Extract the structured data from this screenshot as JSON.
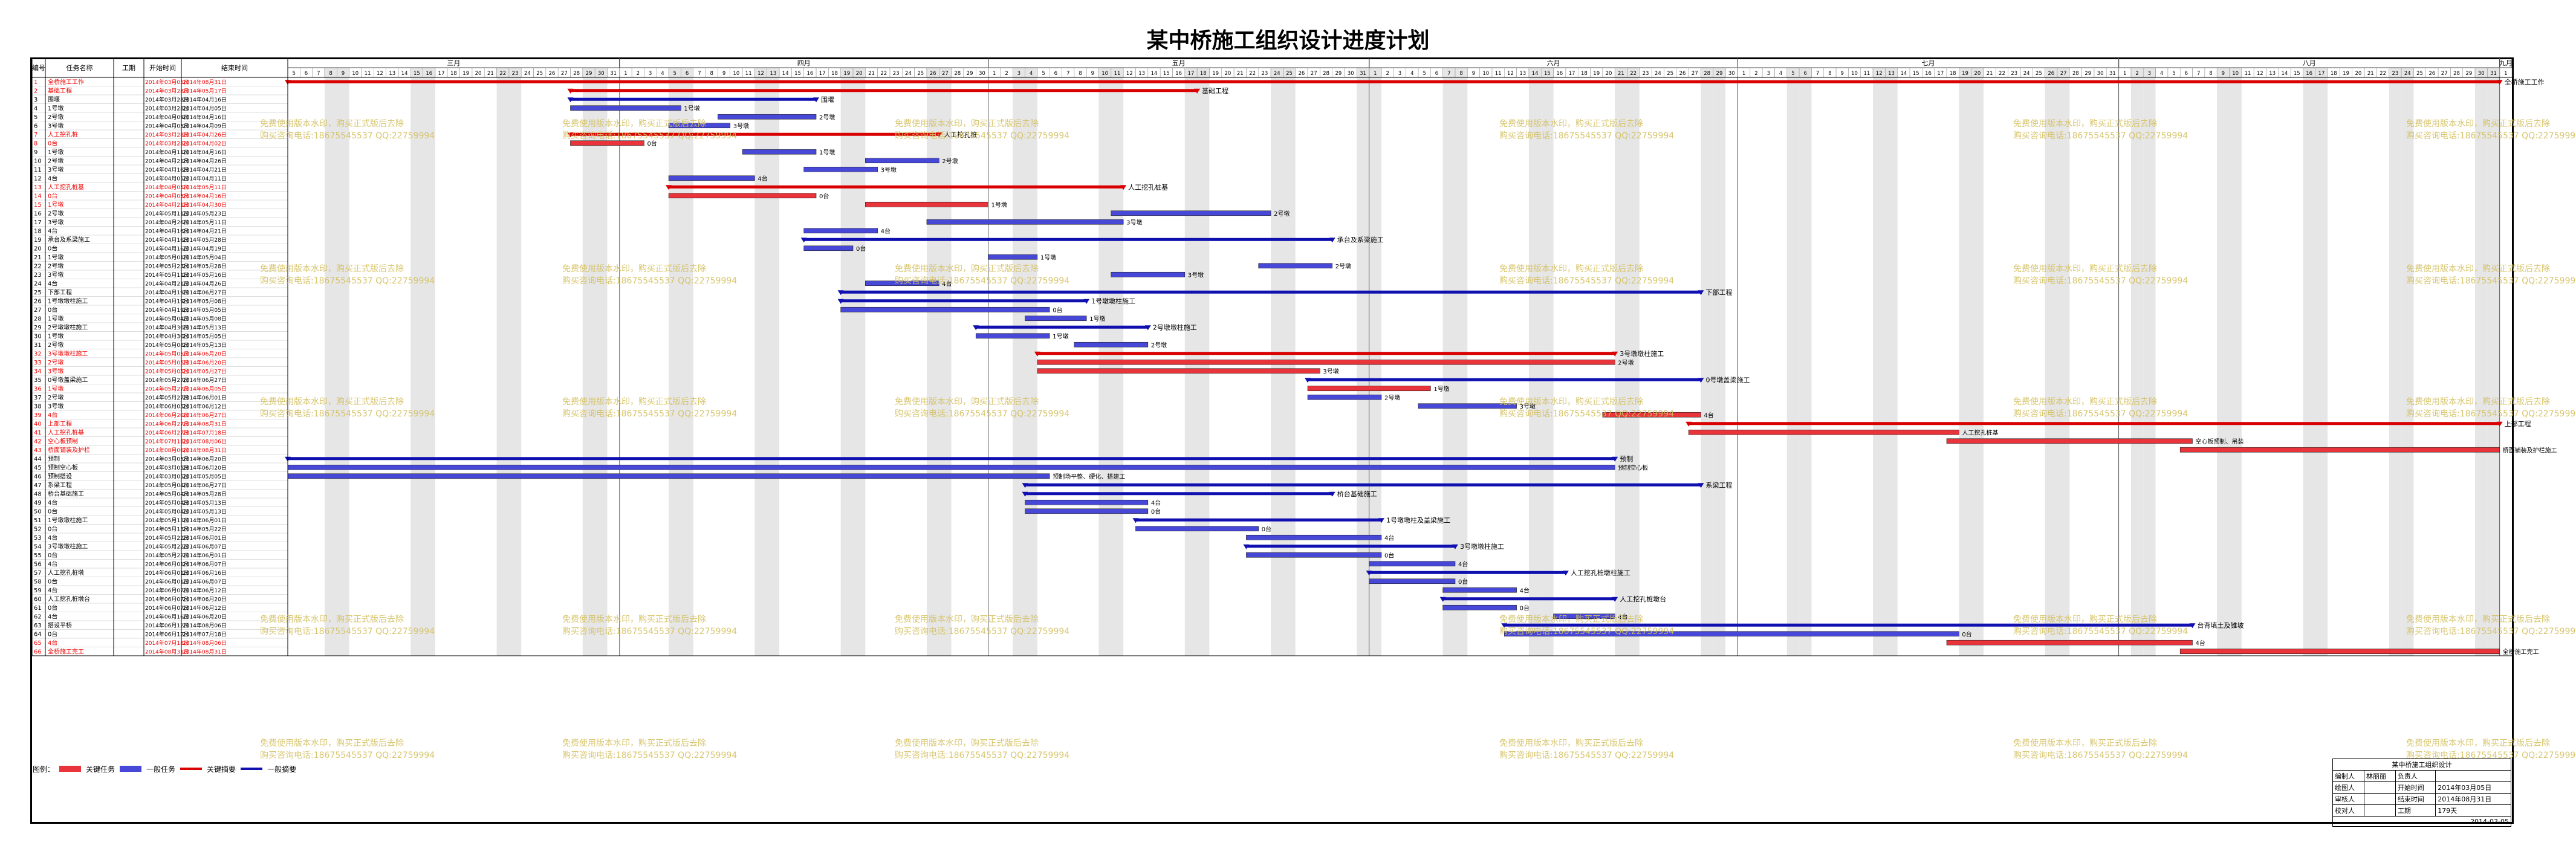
{
  "title": "某中桥施工组织设计进度计划",
  "table_headers": {
    "id": "编号",
    "name": "任务名称",
    "dur": "工期",
    "start": "开始时间",
    "end": "结束时间"
  },
  "months": [
    {
      "label": "三月",
      "start": "2014-03-05",
      "end": "2014-03-31"
    },
    {
      "label": "四月",
      "start": "2014-04-01",
      "end": "2014-04-30"
    },
    {
      "label": "五月",
      "start": "2014-05-01",
      "end": "2014-05-31"
    },
    {
      "label": "六月",
      "start": "2014-06-01",
      "end": "2014-06-30"
    },
    {
      "label": "七月",
      "start": "2014-07-01",
      "end": "2014-07-31"
    },
    {
      "label": "八月",
      "start": "2014-08-01",
      "end": "2014-08-31"
    },
    {
      "label": "九月",
      "start": "2014-09-01",
      "end": "2014-09-01"
    }
  ],
  "colors": {
    "critical": "#e8343a",
    "normal": "#4848d8",
    "summary_critical": "#d80000",
    "summary": "#1010b0",
    "band": "#e6e6e6"
  },
  "chart_data": {
    "type": "gantt",
    "x_range": [
      "2014-03-05",
      "2014-09-01"
    ],
    "tasks": [
      {
        "id": "1",
        "name": "全桥施工工作",
        "dur": "",
        "start": "2014年03月05日",
        "end": "2014年08月31日",
        "s": "2014-03-05",
        "e": "2014-08-31",
        "kind": "summary_critical",
        "label": "全桥施工工作"
      },
      {
        "id": "2",
        "name": "基础工程",
        "dur": "",
        "start": "2014年03月28日",
        "end": "2014年05月17日",
        "s": "2014-03-28",
        "e": "2014-05-17",
        "kind": "summary_critical",
        "label": "基础工程"
      },
      {
        "id": "3",
        "name": "围堰",
        "dur": "",
        "start": "2014年03月28日",
        "end": "2014年04月16日",
        "s": "2014-03-28",
        "e": "2014-04-16",
        "kind": "summary",
        "label": "围堰"
      },
      {
        "id": "4",
        "name": "1号墩",
        "dur": "",
        "start": "2014年03月28日",
        "end": "2014年04月05日",
        "s": "2014-03-28",
        "e": "2014-04-05",
        "kind": "normal",
        "label": "1号墩"
      },
      {
        "id": "5",
        "name": "2号墩",
        "dur": "",
        "start": "2014年04月09日",
        "end": "2014年04月16日",
        "s": "2014-04-09",
        "e": "2014-04-16",
        "kind": "normal",
        "label": "2号墩"
      },
      {
        "id": "6",
        "name": "3号墩",
        "dur": "",
        "start": "2014年04月05日",
        "end": "2014年04月09日",
        "s": "2014-04-05",
        "e": "2014-04-09",
        "kind": "normal",
        "label": "3号墩"
      },
      {
        "id": "7",
        "name": "人工挖孔桩",
        "dur": "",
        "start": "2014年03月28日",
        "end": "2014年04月26日",
        "s": "2014-03-28",
        "e": "2014-04-26",
        "kind": "summary_critical",
        "label": "人工挖孔桩"
      },
      {
        "id": "8",
        "name": "0台",
        "dur": "",
        "start": "2014年03月28日",
        "end": "2014年04月02日",
        "s": "2014-03-28",
        "e": "2014-04-02",
        "kind": "critical",
        "label": "0台"
      },
      {
        "id": "9",
        "name": "1号墩",
        "dur": "",
        "start": "2014年04月11日",
        "end": "2014年04月16日",
        "s": "2014-04-11",
        "e": "2014-04-16",
        "kind": "normal",
        "label": "1号墩"
      },
      {
        "id": "10",
        "name": "2号墩",
        "dur": "",
        "start": "2014年04月21日",
        "end": "2014年04月26日",
        "s": "2014-04-21",
        "e": "2014-04-26",
        "kind": "normal",
        "label": "2号墩"
      },
      {
        "id": "11",
        "name": "3号墩",
        "dur": "",
        "start": "2014年04月16日",
        "end": "2014年04月21日",
        "s": "2014-04-16",
        "e": "2014-04-21",
        "kind": "normal",
        "label": "3号墩"
      },
      {
        "id": "12",
        "name": "4台",
        "dur": "",
        "start": "2014年04月05日",
        "end": "2014年04月11日",
        "s": "2014-04-05",
        "e": "2014-04-11",
        "kind": "normal",
        "label": "4台"
      },
      {
        "id": "13",
        "name": "人工挖孔桩基",
        "dur": "",
        "start": "2014年04月05日",
        "end": "2014年05月11日",
        "s": "2014-04-05",
        "e": "2014-05-11",
        "kind": "summary_critical",
        "label": "人工挖孔桩基"
      },
      {
        "id": "14",
        "name": "0台",
        "dur": "",
        "start": "2014年04月05日",
        "end": "2014年04月16日",
        "s": "2014-04-05",
        "e": "2014-04-16",
        "kind": "critical",
        "label": "0台"
      },
      {
        "id": "15",
        "name": "1号墩",
        "dur": "",
        "start": "2014年04月21日",
        "end": "2014年04月30日",
        "s": "2014-04-21",
        "e": "2014-04-30",
        "kind": "critical",
        "label": "1号墩"
      },
      {
        "id": "16",
        "name": "2号墩",
        "dur": "",
        "start": "2014年05月11日",
        "end": "2014年05月23日",
        "s": "2014-05-11",
        "e": "2014-05-23",
        "kind": "normal",
        "label": "2号墩"
      },
      {
        "id": "17",
        "name": "3号墩",
        "dur": "",
        "start": "2014年04月26日",
        "end": "2014年05月11日",
        "s": "2014-04-26",
        "e": "2014-05-11",
        "kind": "normal",
        "label": "3号墩"
      },
      {
        "id": "18",
        "name": "4台",
        "dur": "",
        "start": "2014年04月16日",
        "end": "2014年04月21日",
        "s": "2014-04-16",
        "e": "2014-04-21",
        "kind": "normal",
        "label": "4台"
      },
      {
        "id": "19",
        "name": "承台及系梁施工",
        "dur": "",
        "start": "2014年04月16日",
        "end": "2014年05月28日",
        "s": "2014-04-16",
        "e": "2014-05-28",
        "kind": "summary",
        "label": "承台及系梁施工"
      },
      {
        "id": "20",
        "name": "0台",
        "dur": "",
        "start": "2014年04月16日",
        "end": "2014年04月19日",
        "s": "2014-04-16",
        "e": "2014-04-19",
        "kind": "normal",
        "label": "0台"
      },
      {
        "id": "21",
        "name": "1号墩",
        "dur": "",
        "start": "2014年05月01日",
        "end": "2014年05月04日",
        "s": "2014-05-01",
        "e": "2014-05-04",
        "kind": "normal",
        "label": "1号墩"
      },
      {
        "id": "22",
        "name": "2号墩",
        "dur": "",
        "start": "2014年05月23日",
        "end": "2014年05月28日",
        "s": "2014-05-23",
        "e": "2014-05-28",
        "kind": "normal",
        "label": "2号墩"
      },
      {
        "id": "23",
        "name": "3号墩",
        "dur": "",
        "start": "2014年05月11日",
        "end": "2014年05月16日",
        "s": "2014-05-11",
        "e": "2014-05-16",
        "kind": "normal",
        "label": "3号墩"
      },
      {
        "id": "24",
        "name": "4台",
        "dur": "",
        "start": "2014年04月21日",
        "end": "2014年04月26日",
        "s": "2014-04-21",
        "e": "2014-04-26",
        "kind": "normal",
        "label": "4台"
      },
      {
        "id": "25",
        "name": "下部工程",
        "dur": "",
        "start": "2014年04月19日",
        "end": "2014年06月27日",
        "s": "2014-04-19",
        "e": "2014-06-27",
        "kind": "summary",
        "label": "下部工程"
      },
      {
        "id": "26",
        "name": "1号墩墩柱施工",
        "dur": "",
        "start": "2014年04月19日",
        "end": "2014年05月08日",
        "s": "2014-04-19",
        "e": "2014-05-08",
        "kind": "summary",
        "label": "1号墩墩柱施工"
      },
      {
        "id": "27",
        "name": "0台",
        "dur": "",
        "start": "2014年04月19日",
        "end": "2014年05月05日",
        "s": "2014-04-19",
        "e": "2014-05-05",
        "kind": "normal",
        "label": "0台"
      },
      {
        "id": "28",
        "name": "1号墩",
        "dur": "",
        "start": "2014年05月04日",
        "end": "2014年05月08日",
        "s": "2014-05-04",
        "e": "2014-05-08",
        "kind": "normal",
        "label": "1号墩"
      },
      {
        "id": "29",
        "name": "2号墩墩柱施工",
        "dur": "",
        "start": "2014年04月30日",
        "end": "2014年05月13日",
        "s": "2014-04-30",
        "e": "2014-05-13",
        "kind": "summary",
        "label": "2号墩墩柱施工"
      },
      {
        "id": "30",
        "name": "1号墩",
        "dur": "",
        "start": "2014年04月30日",
        "end": "2014年05月05日",
        "s": "2014-04-30",
        "e": "2014-05-05",
        "kind": "normal",
        "label": "1号墩"
      },
      {
        "id": "31",
        "name": "2号墩",
        "dur": "",
        "start": "2014年05月08日",
        "end": "2014年05月13日",
        "s": "2014-05-08",
        "e": "2014-05-13",
        "kind": "normal",
        "label": "2号墩"
      },
      {
        "id": "32",
        "name": "3号墩墩柱施工",
        "dur": "",
        "start": "2014年05月05日",
        "end": "2014年06月20日",
        "s": "2014-05-05",
        "e": "2014-06-20",
        "kind": "summary_critical",
        "label": "3号墩墩柱施工"
      },
      {
        "id": "33",
        "name": "2号墩",
        "dur": "",
        "start": "2014年05月05日",
        "end": "2014年06月20日",
        "s": "2014-05-05",
        "e": "2014-06-20",
        "kind": "critical",
        "label": "2号墩"
      },
      {
        "id": "34",
        "name": "3号墩",
        "dur": "",
        "start": "2014年05月05日",
        "end": "2014年05月27日",
        "s": "2014-05-05",
        "e": "2014-05-27",
        "kind": "critical",
        "label": "3号墩"
      },
      {
        "id": "35",
        "name": "0号墩盖梁施工",
        "dur": "",
        "start": "2014年05月27日",
        "end": "2014年06月27日",
        "s": "2014-05-27",
        "e": "2014-06-27",
        "kind": "summary",
        "label": "0号墩盖梁施工"
      },
      {
        "id": "36",
        "name": "1号墩",
        "dur": "",
        "start": "2014年05月27日",
        "end": "2014年06月05日",
        "s": "2014-05-27",
        "e": "2014-06-05",
        "kind": "critical",
        "label": "1号墩"
      },
      {
        "id": "37",
        "name": "2号墩",
        "dur": "",
        "start": "2014年05月27日",
        "end": "2014年06月01日",
        "s": "2014-05-27",
        "e": "2014-06-01",
        "kind": "normal",
        "label": "2号墩"
      },
      {
        "id": "38",
        "name": "3号墩",
        "dur": "",
        "start": "2014年06月05日",
        "end": "2014年06月12日",
        "s": "2014-06-05",
        "e": "2014-06-12",
        "kind": "normal",
        "label": "3号墩"
      },
      {
        "id": "39",
        "name": "4台",
        "dur": "",
        "start": "2014年06月20日",
        "end": "2014年06月27日",
        "s": "2014-06-20",
        "e": "2014-06-27",
        "kind": "critical",
        "label": "4台"
      },
      {
        "id": "40",
        "name": "上部工程",
        "dur": "",
        "start": "2014年06月27日",
        "end": "2014年08月31日",
        "s": "2014-06-27",
        "e": "2014-08-31",
        "kind": "summary_critical",
        "label": "上部工程"
      },
      {
        "id": "41",
        "name": "人工挖孔桩基",
        "dur": "",
        "start": "2014年06月27日",
        "end": "2014年07月18日",
        "s": "2014-06-27",
        "e": "2014-07-18",
        "kind": "critical",
        "label": "人工挖孔桩基"
      },
      {
        "id": "42",
        "name": "空心板预制",
        "dur": "",
        "start": "2014年07月18日",
        "end": "2014年08月06日",
        "s": "2014-07-18",
        "e": "2014-08-06",
        "kind": "critical",
        "label": "空心板预制、吊装"
      },
      {
        "id": "43",
        "name": "桥面铺装及护栏",
        "dur": "",
        "start": "2014年08月06日",
        "end": "2014年08月31日",
        "s": "2014-08-06",
        "e": "2014-08-31",
        "kind": "critical",
        "label": "桥面铺装及护栏施工"
      },
      {
        "id": "44",
        "name": "预制",
        "dur": "",
        "start": "2014年03月05日",
        "end": "2014年06月20日",
        "s": "2014-03-05",
        "e": "2014-06-20",
        "kind": "summary",
        "label": "预制"
      },
      {
        "id": "45",
        "name": "预制空心板",
        "dur": "",
        "start": "2014年03月05日",
        "end": "2014年06月20日",
        "s": "2014-03-05",
        "e": "2014-06-20",
        "kind": "normal",
        "label": "预制空心板"
      },
      {
        "id": "46",
        "name": "预制搭设",
        "dur": "",
        "start": "2014年03月05日",
        "end": "2014年05月05日",
        "s": "2014-03-05",
        "e": "2014-05-05",
        "kind": "normal",
        "label": "预制场平整、硬化、搭建工"
      },
      {
        "id": "47",
        "name": "系梁工程",
        "dur": "",
        "start": "2014年05月04日",
        "end": "2014年06月27日",
        "s": "2014-05-04",
        "e": "2014-06-27",
        "kind": "summary",
        "label": "系梁工程"
      },
      {
        "id": "48",
        "name": "桥台基础施工",
        "dur": "",
        "start": "2014年05月04日",
        "end": "2014年05月28日",
        "s": "2014-05-04",
        "e": "2014-05-28",
        "kind": "summary",
        "label": "桥台基础施工"
      },
      {
        "id": "49",
        "name": "4台",
        "dur": "",
        "start": "2014年05月04日",
        "end": "2014年05月13日",
        "s": "2014-05-04",
        "e": "2014-05-13",
        "kind": "normal",
        "label": "4台"
      },
      {
        "id": "50",
        "name": "0台",
        "dur": "",
        "start": "2014年05月04日",
        "end": "2014年05月13日",
        "s": "2014-05-04",
        "e": "2014-05-13",
        "kind": "normal",
        "label": "0台"
      },
      {
        "id": "51",
        "name": "1号墩墩柱施工",
        "dur": "",
        "start": "2014年05月13日",
        "end": "2014年06月01日",
        "s": "2014-05-13",
        "e": "2014-06-01",
        "kind": "summary",
        "label": "1号墩墩柱及盖梁施工"
      },
      {
        "id": "52",
        "name": "0台",
        "dur": "",
        "start": "2014年05月13日",
        "end": "2014年05月22日",
        "s": "2014-05-13",
        "e": "2014-05-22",
        "kind": "normal",
        "label": "0台"
      },
      {
        "id": "53",
        "name": "4台",
        "dur": "",
        "start": "2014年05月22日",
        "end": "2014年06月01日",
        "s": "2014-05-22",
        "e": "2014-06-01",
        "kind": "normal",
        "label": "4台"
      },
      {
        "id": "54",
        "name": "3号墩墩柱施工",
        "dur": "",
        "start": "2014年05月22日",
        "end": "2014年06月07日",
        "s": "2014-05-22",
        "e": "2014-06-07",
        "kind": "summary",
        "label": "3号墩墩柱施工"
      },
      {
        "id": "55",
        "name": "0台",
        "dur": "",
        "start": "2014年05月22日",
        "end": "2014年06月01日",
        "s": "2014-05-22",
        "e": "2014-06-01",
        "kind": "normal",
        "label": "0台"
      },
      {
        "id": "56",
        "name": "4台",
        "dur": "",
        "start": "2014年06月01日",
        "end": "2014年06月07日",
        "s": "2014-06-01",
        "e": "2014-06-07",
        "kind": "normal",
        "label": "4台"
      },
      {
        "id": "57",
        "name": "人工挖孔桩墩",
        "dur": "",
        "start": "2014年06月01日",
        "end": "2014年06月16日",
        "s": "2014-06-01",
        "e": "2014-06-16",
        "kind": "summary",
        "label": "人工挖孔桩墩柱施工"
      },
      {
        "id": "58",
        "name": "0台",
        "dur": "",
        "start": "2014年06月01日",
        "end": "2014年06月07日",
        "s": "2014-06-01",
        "e": "2014-06-07",
        "kind": "normal",
        "label": "0台"
      },
      {
        "id": "59",
        "name": "4台",
        "dur": "",
        "start": "2014年06月07日",
        "end": "2014年06月12日",
        "s": "2014-06-07",
        "e": "2014-06-12",
        "kind": "normal",
        "label": "4台"
      },
      {
        "id": "60",
        "name": "人工挖孔桩墩台",
        "dur": "",
        "start": "2014年06月07日",
        "end": "2014年06月20日",
        "s": "2014-06-07",
        "e": "2014-06-20",
        "kind": "summary",
        "label": "人工挖孔桩墩台"
      },
      {
        "id": "61",
        "name": "0台",
        "dur": "",
        "start": "2014年06月07日",
        "end": "2014年06月12日",
        "s": "2014-06-07",
        "e": "2014-06-12",
        "kind": "normal",
        "label": "0台"
      },
      {
        "id": "62",
        "name": "4台",
        "dur": "",
        "start": "2014年06月16日",
        "end": "2014年06月20日",
        "s": "2014-06-16",
        "e": "2014-06-20",
        "kind": "normal",
        "label": "4台"
      },
      {
        "id": "63",
        "name": "搭设平桥",
        "dur": "",
        "start": "2014年06月12日",
        "end": "2014年08月06日",
        "s": "2014-06-12",
        "e": "2014-08-06",
        "kind": "summary",
        "label": "台背填土及锥坡"
      },
      {
        "id": "64",
        "name": "0台",
        "dur": "",
        "start": "2014年06月12日",
        "end": "2014年07月18日",
        "s": "2014-06-12",
        "e": "2014-07-18",
        "kind": "normal",
        "label": "0台"
      },
      {
        "id": "65",
        "name": "4台",
        "dur": "",
        "start": "2014年07月18日",
        "end": "2014年08月06日",
        "s": "2014-07-18",
        "e": "2014-08-06",
        "kind": "critical",
        "label": "4台"
      },
      {
        "id": "66",
        "name": "全桥施工完工",
        "dur": "",
        "start": "2014年08月31日",
        "end": "2014年08月31日",
        "s": "2014-08-06",
        "e": "2014-08-31",
        "kind": "critical",
        "label": "全桥施工完工"
      }
    ]
  },
  "legend": {
    "label": "图例：",
    "critical": "关键任务",
    "normal": "一般任务",
    "critical_summary": "关键摘要",
    "summary": "一般摘要"
  },
  "title_block": {
    "name": "某中桥施工组织设计",
    "rows": [
      [
        "编制人",
        "林丽丽",
        "负责人",
        ""
      ],
      [
        "绘图人",
        "",
        "开始时间",
        "2014年03月05日"
      ],
      [
        "审核人",
        "",
        "结束时间",
        "2014年08月31日"
      ],
      [
        "校对人",
        "",
        "工期",
        "179天"
      ]
    ],
    "date": "2014-03-05"
  },
  "watermark": {
    "line1": "免费使用版本水印，购买正式版后去除",
    "line2": "购买咨询电话:18675545537 QQ:22759994"
  }
}
